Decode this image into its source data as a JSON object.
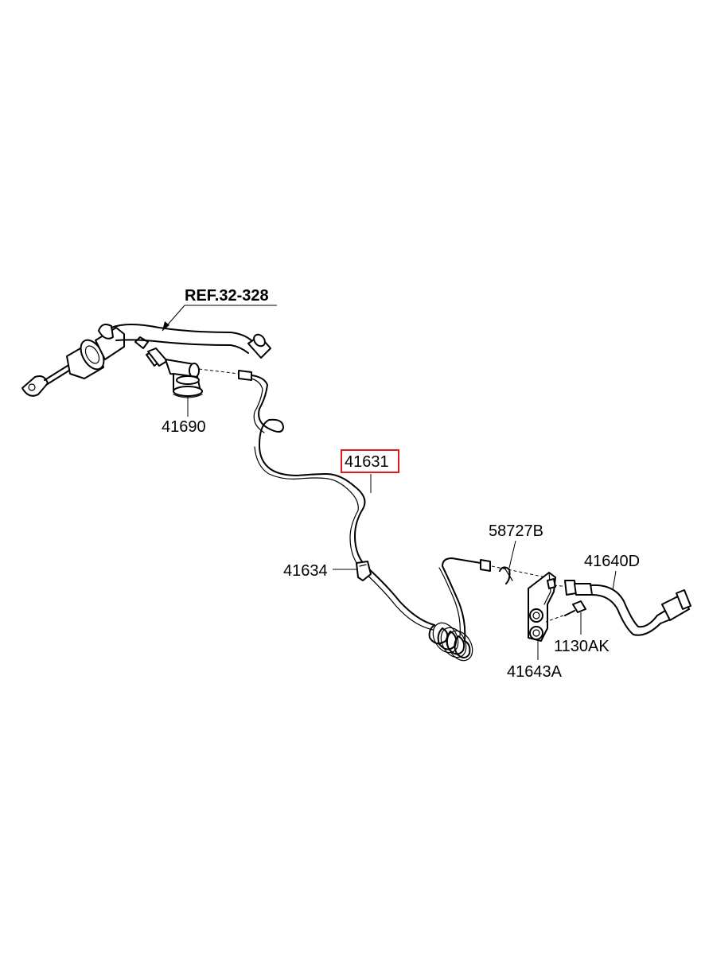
{
  "labels": {
    "ref": "REF.32-328",
    "p41690": "41690",
    "p41631": "41631",
    "p41634": "41634",
    "p58727B": "58727B",
    "p41640D": "41640D",
    "p1130AK": "1130AK",
    "p41643A": "41643A"
  },
  "highlight": {
    "part": "41631",
    "color": "#e0191b"
  }
}
